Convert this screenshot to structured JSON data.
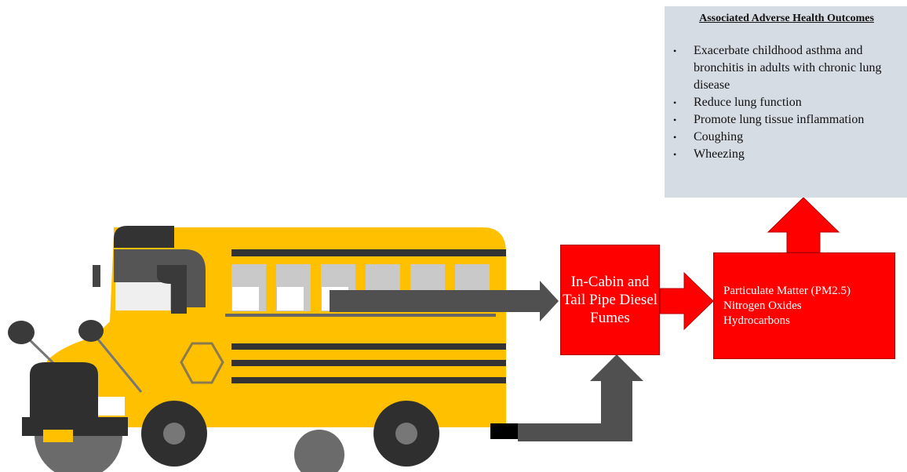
{
  "outcomes": {
    "title": "Associated Adverse Health Outcomes",
    "items": [
      "Exacerbate childhood asthma and bronchitis in adults with chronic lung disease",
      "Reduce lung function",
      "Promote lung tissue inflammation",
      "Coughing",
      "Wheezing"
    ]
  },
  "fumes_box": {
    "label": "In-Cabin and Tail Pipe Diesel Fumes"
  },
  "pollutants": {
    "lines": [
      "Particulate Matter (PM2.5)",
      "Nitrogen Oxides",
      "Hydrocarbons"
    ]
  },
  "colors": {
    "bus_body": "#ffc000",
    "red": "#ff0000",
    "dark_gray": "#404040",
    "arrow_gray": "#505050",
    "outcome_bg": "#d6dce4"
  }
}
